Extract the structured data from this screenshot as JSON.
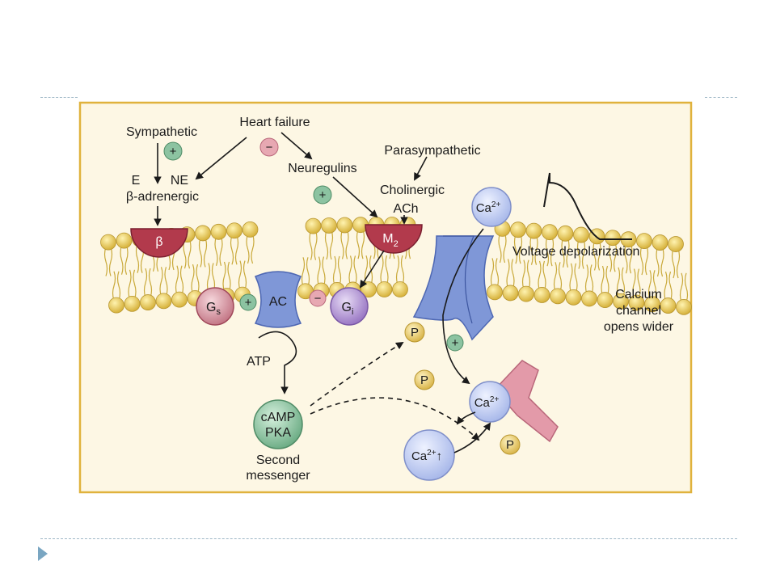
{
  "diagram": {
    "labels": {
      "heart_failure": "Heart failure",
      "sympathetic": "Sympathetic",
      "parasympathetic": "Parasympathetic",
      "e": "E",
      "ne": "NE",
      "beta_adrenergic": "β-adrenergic",
      "neuregulins": "Neuregulins",
      "cholinergic": "Cholinergic",
      "ach": "ACh",
      "beta": "β",
      "m2": "M",
      "m2_sub": "2",
      "gs": "G",
      "gs_sub": "s",
      "gi": "G",
      "gi_sub": "i",
      "ac": "AC",
      "atp": "ATP",
      "camp": "cAMP",
      "pka": "PKA",
      "second": "Second",
      "messenger": "messenger",
      "ca_out": "Ca",
      "ca_in": "Ca",
      "ca_up": "Ca",
      "ca_sup": "2+",
      "up_arrow": "↑",
      "p": "P",
      "plus": "+",
      "minus": "−",
      "voltage_depolarization": "Voltage depolarization",
      "calcium": "Calcium",
      "channel": "channel",
      "opens_wider": "opens wider"
    },
    "colors": {
      "panel_bg": "#fdf7e4",
      "panel_border": "#e0b23c",
      "lipid_head": "#e9c94f",
      "receptor": "#b23a4c",
      "gs": "#dba3ad",
      "gi": "#b99ad6",
      "ac_channel": "#7f97d7",
      "ca_ball": "#c8d3f1",
      "camp": "#91c6a4",
      "plus_badge": "#8cc3a1",
      "minus_badge": "#e7a8b2",
      "p_ball": "#f1d77c",
      "ryr": "#e39aa9"
    }
  }
}
